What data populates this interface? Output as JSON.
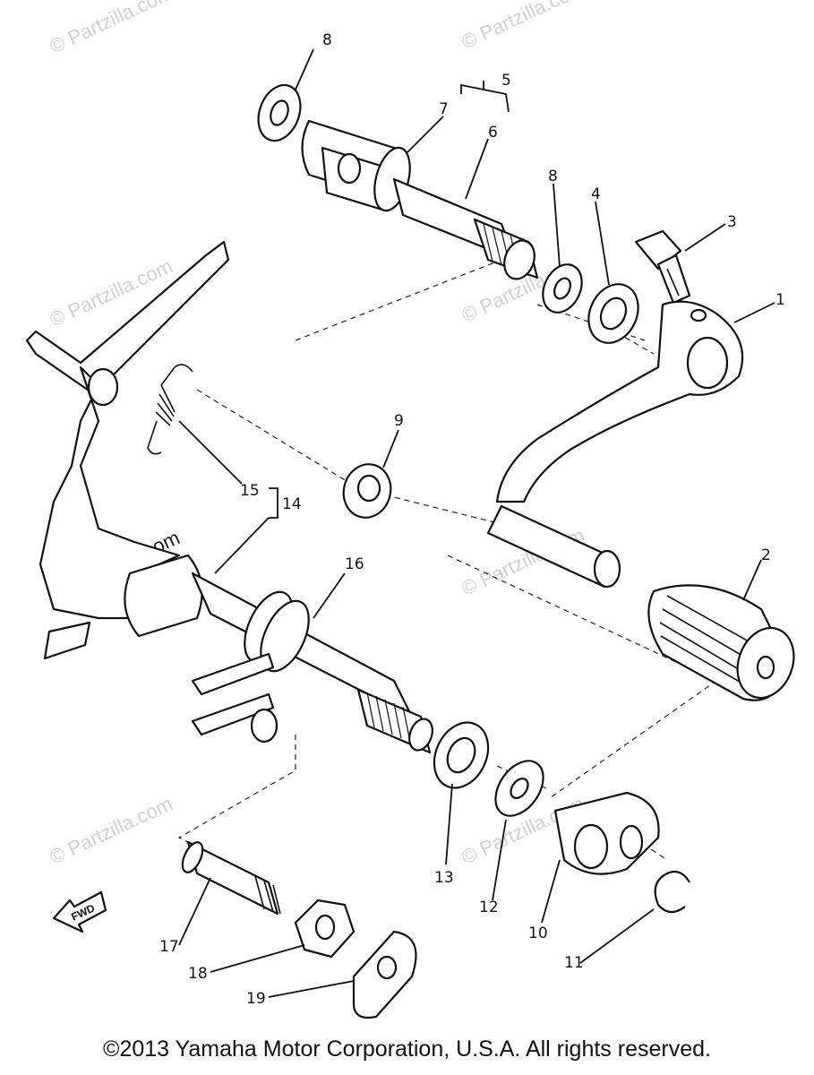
{
  "callouts": [
    {
      "id": "c1",
      "label": "1"
    },
    {
      "id": "c2",
      "label": "2"
    },
    {
      "id": "c3",
      "label": "3"
    },
    {
      "id": "c4",
      "label": "4"
    },
    {
      "id": "c5",
      "label": "5"
    },
    {
      "id": "c6",
      "label": "6"
    },
    {
      "id": "c7",
      "label": "7"
    },
    {
      "id": "c8a",
      "label": "8"
    },
    {
      "id": "c8b",
      "label": "8"
    },
    {
      "id": "c9",
      "label": "9"
    },
    {
      "id": "c10",
      "label": "10"
    },
    {
      "id": "c11",
      "label": "11"
    },
    {
      "id": "c12",
      "label": "12"
    },
    {
      "id": "c13",
      "label": "13"
    },
    {
      "id": "c14",
      "label": "14"
    },
    {
      "id": "c15",
      "label": "15"
    },
    {
      "id": "c16",
      "label": "16"
    },
    {
      "id": "c17",
      "label": "17"
    },
    {
      "id": "c18",
      "label": "18"
    },
    {
      "id": "c19",
      "label": "19"
    }
  ],
  "fwd_label": "FWD",
  "watermark": {
    "text": "© Partzilla.com",
    "short_text": "© Partzilla"
  },
  "copyright": "©2013  Yamaha Motor Corporation, U.S.A. All rights reserved."
}
